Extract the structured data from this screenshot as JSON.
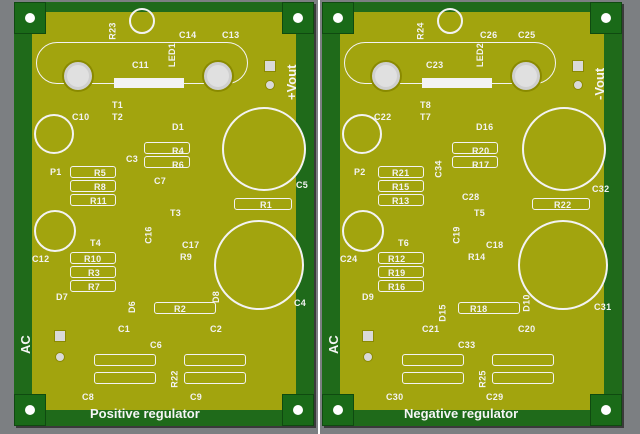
{
  "boards": [
    {
      "title": "Positive regulator",
      "output_label": "+Vout",
      "input_label": "AC",
      "labels": [
        "R23",
        "C14",
        "C13",
        "C11",
        "LED1",
        "T1",
        "T2",
        "C10",
        "D1",
        "R4",
        "R6",
        "C3",
        "P1",
        "R5",
        "R8",
        "R11",
        "C7",
        "C5",
        "R1",
        "C16",
        "T3",
        "C12",
        "T4",
        "R10",
        "R3",
        "R7",
        "C17",
        "R9",
        "D7",
        "D6",
        "D8",
        "R2",
        "C4",
        "C1",
        "C2",
        "C6",
        "R22",
        "C9",
        "C8"
      ]
    },
    {
      "title": "Negative regulator",
      "output_label": "-Vout",
      "input_label": "AC",
      "labels": [
        "R24",
        "C26",
        "C25",
        "C23",
        "LED2",
        "T8",
        "T7",
        "C22",
        "D16",
        "R20",
        "R17",
        "C34",
        "P2",
        "R21",
        "R15",
        "R13",
        "C28",
        "C32",
        "R22",
        "C19",
        "T5",
        "C24",
        "T6",
        "R12",
        "R19",
        "R16",
        "C18",
        "R14",
        "D9",
        "D15",
        "D10",
        "R18",
        "C31",
        "C21",
        "C20",
        "C33",
        "R25",
        "C30",
        "C29"
      ]
    }
  ]
}
